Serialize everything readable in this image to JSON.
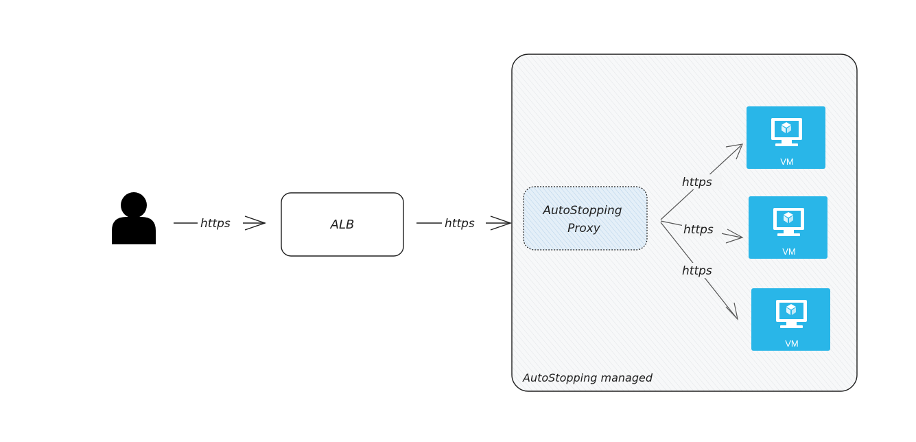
{
  "diagram": {
    "user": {
      "icon": "user-icon"
    },
    "alb": {
      "label": "ALB"
    },
    "proxy": {
      "line1": "AutoStopping",
      "line2": "Proxy"
    },
    "group": {
      "label": "AutoStopping managed"
    },
    "edges": {
      "user_to_alb": "https",
      "alb_to_proxy": "https",
      "proxy_to_vm1": "https",
      "proxy_to_vm2": "https",
      "proxy_to_vm3": "https"
    },
    "vms": [
      {
        "label": "VM",
        "icon": "monitor-cube-icon"
      },
      {
        "label": "VM",
        "icon": "monitor-cube-icon"
      },
      {
        "label": "VM",
        "icon": "monitor-cube-icon"
      }
    ]
  },
  "colors": {
    "ink": "#1e1e1e",
    "vm_fill": "#29b6e8",
    "proxy_fill": "#d6e8f5",
    "group_fill": "#f4f5f6"
  }
}
